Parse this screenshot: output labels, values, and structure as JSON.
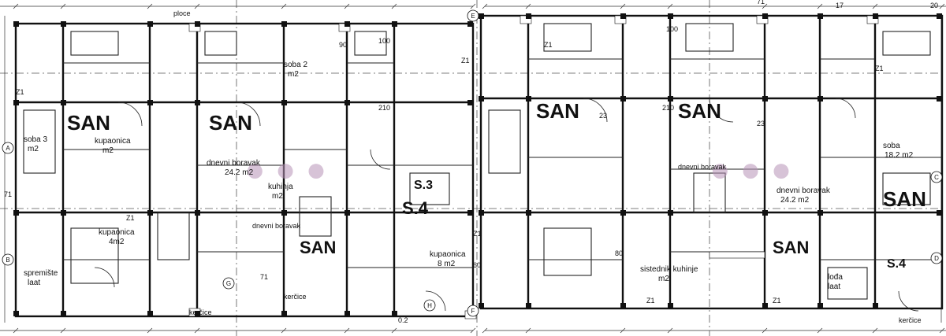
{
  "apartments": [
    {
      "id": "s1",
      "label": "SAN"
    },
    {
      "id": "s2",
      "label": "SAN"
    },
    {
      "id": "s3",
      "label": "SAN"
    },
    {
      "id": "s4",
      "label": "SAN"
    },
    {
      "id": "s5",
      "label": "SAN"
    },
    {
      "id": "s6",
      "label": "SAN"
    },
    {
      "id": "s7",
      "label": "SAN"
    },
    {
      "id": "s8",
      "label": "S.4"
    },
    {
      "id": "s9",
      "label": "S.4"
    },
    {
      "id": "s10",
      "label": "S.3"
    }
  ],
  "rooms": [
    {
      "name": "soba 3",
      "area": "m2"
    },
    {
      "name": "kupaonica",
      "area": "m2"
    },
    {
      "name": "soba 2",
      "area": "m2"
    },
    {
      "name": "dnevni boravak",
      "area": "24.2 m2"
    },
    {
      "name": "kuhinja",
      "area": "m2"
    },
    {
      "name": "kupaonica",
      "area": "4m2"
    },
    {
      "name": "spremište",
      "area": "laat"
    },
    {
      "name": "kupaonica",
      "area": "8 m2"
    },
    {
      "name": "dnevni boravak",
      "area": "24.2 m2"
    },
    {
      "name": "sistednik kuhinje",
      "area": "m2"
    },
    {
      "name": "lođa",
      "area": "laat"
    },
    {
      "name": "soba",
      "area": "18.2 m2"
    }
  ],
  "labels": [
    "Z1",
    "Z1",
    "Z1",
    "Z1",
    "Z1",
    "Z1",
    "Z1",
    "Z1",
    "kerčice",
    "kerčice",
    "kerčice",
    "ploce",
    "dnevni boravak",
    "dnevni boravak",
    "0.2",
    "60",
    "80",
    "90",
    "100",
    "100",
    "210",
    "210",
    "23",
    "23",
    "71",
    "71",
    "71",
    "17",
    "20"
  ],
  "markers": [
    "A",
    "B",
    "C",
    "D",
    "E",
    "F",
    "G",
    "H"
  ],
  "colors": {
    "line": "#111111",
    "watermark": "#b893b8",
    "background": "#ffffff"
  }
}
